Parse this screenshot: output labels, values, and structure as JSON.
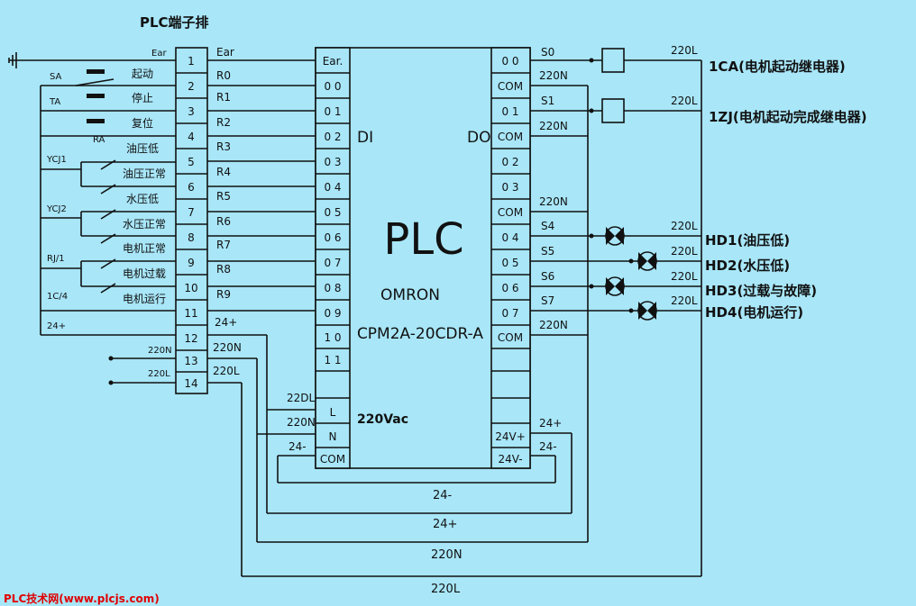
{
  "title": "PLC端子排",
  "ground_label": "Ear",
  "terminal_numbers": [
    "1",
    "2",
    "3",
    "4",
    "5",
    "6",
    "7",
    "8",
    "9",
    "10",
    "11",
    "12",
    "13",
    "14"
  ],
  "terminal_right_labels": [
    "Ear",
    "R0",
    "R1",
    "R2",
    "R3",
    "R4",
    "R5",
    "R6",
    "R7",
    "R8",
    "R9",
    "24+",
    "220N",
    "220L"
  ],
  "switch_labels": [
    "起动",
    "停止",
    "复位",
    "油压低",
    "油压正常",
    "水压低",
    "水压正常",
    "电机正常",
    "电机过载",
    "电机运行"
  ],
  "left_device_labels": [
    "SA",
    "TA",
    "RA",
    "YCJ1",
    "YCJ2",
    "RJ/1",
    "1C/4",
    "24+"
  ],
  "left_supply_labels": [
    "220N",
    "220L"
  ],
  "plc": {
    "di_label": "DI",
    "do_label": "DO",
    "name": "PLC",
    "brand": "OMRON",
    "model": "CPM2A-20CDR-A",
    "supply_label": "220Vac",
    "inputs": [
      "Ear.",
      "0 0",
      "0 1",
      "0 2",
      "0 3",
      "0 4",
      "0 5",
      "0 6",
      "0 7",
      "0 8",
      "0 9",
      "1 0",
      "1 1"
    ],
    "power_pins": [
      "L",
      "N",
      "COM"
    ],
    "outputs": [
      "0 0",
      "COM",
      "0 1",
      "COM",
      "0 2",
      "0 3",
      "COM",
      "0 4",
      "0 5",
      "0 6",
      "0 7",
      "COM"
    ],
    "dc_pins": [
      "24V+",
      "24V-"
    ]
  },
  "internal_wire_labels": [
    "22DL",
    "220N",
    "24-"
  ],
  "output_wire_labels": [
    "S0",
    "220N",
    "S1",
    "220N",
    "220N",
    "S4",
    "S5",
    "S6",
    "S7",
    "220N",
    "24+",
    "24-"
  ],
  "supply_right_labels": [
    "220L",
    "220L",
    "220L",
    "220L",
    "220L",
    "220L"
  ],
  "loads": [
    {
      "name": "1CA",
      "desc": "(电机起动继电器)"
    },
    {
      "name": "1ZJ",
      "desc": "(电机起动完成继电器)"
    },
    {
      "name": "HD1",
      "desc": "(油压低)"
    },
    {
      "name": "HD2",
      "desc": "(水压低)"
    },
    {
      "name": "HD3",
      "desc": "(过载与故障)"
    },
    {
      "name": "HD4",
      "desc": "(电机运行)"
    }
  ],
  "bottom_bus_labels": [
    "24-",
    "24+",
    "220N",
    "220L"
  ],
  "footer": "PLC技术网(www.plcjs.com)"
}
